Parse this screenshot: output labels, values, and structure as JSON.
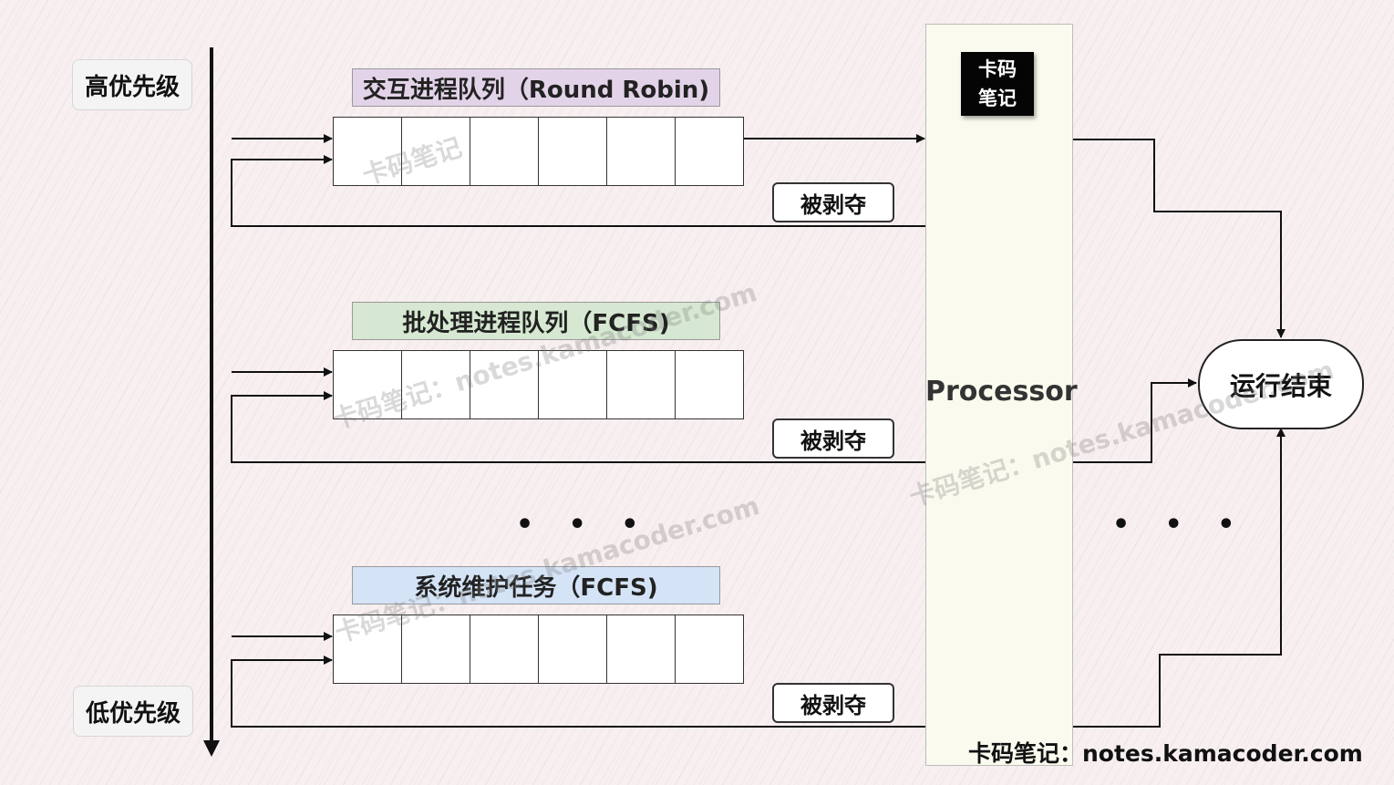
{
  "priority": {
    "high": "高优先级",
    "low": "低优先级"
  },
  "queues": [
    {
      "label": "交互进程队列（Round Robin)",
      "color": "#e3d3e8",
      "slots": 6,
      "preempt": "被剥夺"
    },
    {
      "label": "批处理进程队列（FCFS)",
      "color": "#d6e8d1",
      "slots": 6,
      "preempt": "被剥夺"
    },
    {
      "label": "系统维护任务（FCFS)",
      "color": "#d5e3f6",
      "slots": 6,
      "preempt": "被剥夺"
    }
  ],
  "ellipsis": "• • •",
  "processor": {
    "label": "Processor",
    "logo_line1": "卡码",
    "logo_line2": "笔记"
  },
  "end_node": "运行结束",
  "footer": "卡码笔记：notes.kamacoder.com",
  "watermarks": [
    "卡码笔记",
    "卡码笔记：notes.kamacoder.com",
    "卡码笔记：notes.kamacoder.com",
    "卡码笔记：notes.kamacoder.com"
  ],
  "colors": {
    "line": "#111111",
    "processor_bg": "#fafaee"
  }
}
